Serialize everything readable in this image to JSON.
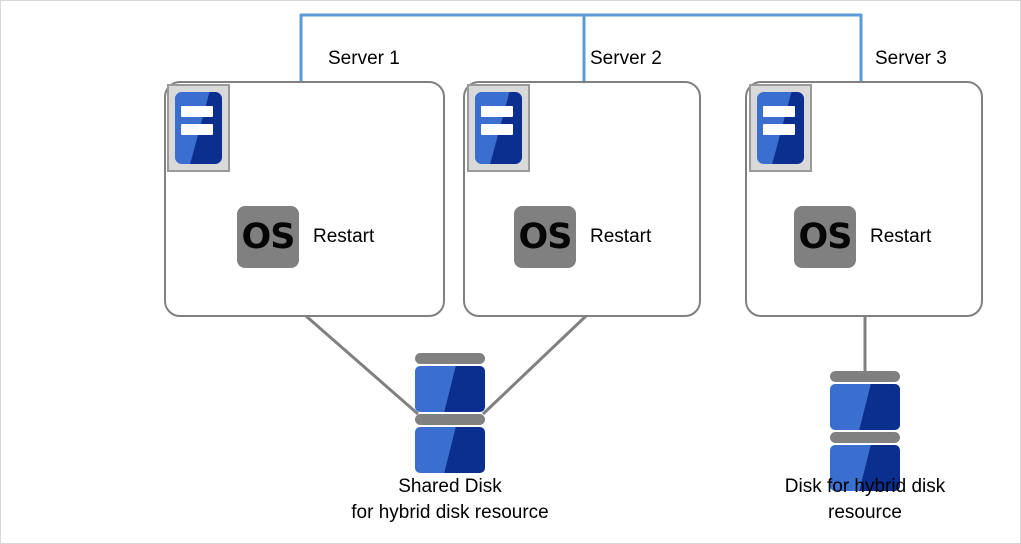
{
  "diagram": {
    "title": "Hybrid disk resource cluster with OS restart on all servers",
    "colors": {
      "network_bus": "#5b9bd5",
      "box_border": "#808080",
      "connector": "#808080",
      "os_chip_bg": "#808080",
      "disk_blue_light": "#3a6fd0",
      "disk_blue_dark": "#0b2f8f",
      "icon_frame": "#d9d9d9",
      "page_border": "#d8d8d8",
      "text": "#000000"
    }
  },
  "network": {
    "name": "interconnect-bus",
    "label": ""
  },
  "servers": [
    {
      "id": "server-1",
      "label": "Server 1",
      "icon": "server-rack-icon",
      "os_chip": "OS",
      "status": "Restart"
    },
    {
      "id": "server-2",
      "label": "Server 2",
      "icon": "server-rack-icon",
      "os_chip": "OS",
      "status": "Restart"
    },
    {
      "id": "server-3",
      "label": "Server 3",
      "icon": "server-rack-icon",
      "os_chip": "OS",
      "status": "Restart"
    }
  ],
  "disks": [
    {
      "id": "shared-disk",
      "icon": "disk-stack-icon",
      "caption_line1": "Shared Disk",
      "caption_line2": "for hybrid disk resource"
    },
    {
      "id": "hybrid-disk",
      "icon": "disk-stack-icon",
      "caption_line1": "Disk for hybrid disk",
      "caption_line2": "resource"
    }
  ]
}
